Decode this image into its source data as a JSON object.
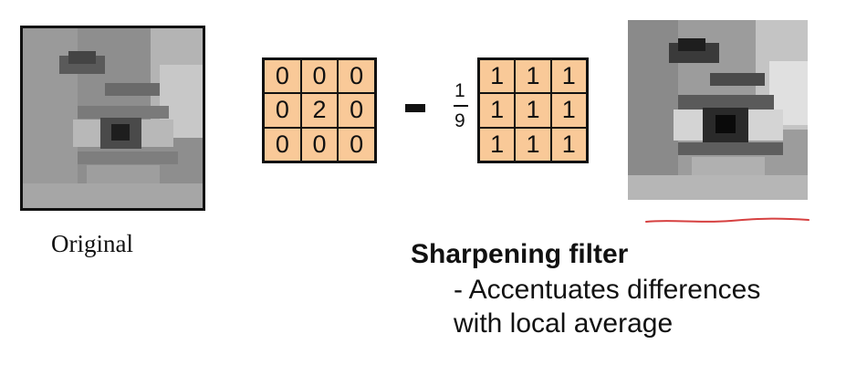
{
  "original": {
    "label": "Original"
  },
  "kernel_identity": {
    "cells": [
      "0",
      "0",
      "0",
      "0",
      "2",
      "0",
      "0",
      "0",
      "0"
    ]
  },
  "operator": "-",
  "fraction": {
    "numerator": "1",
    "denominator": "9"
  },
  "kernel_box": {
    "cells": [
      "1",
      "1",
      "1",
      "1",
      "1",
      "1",
      "1",
      "1",
      "1"
    ]
  },
  "colors": {
    "kernel_fill": "#f9c998",
    "underline": "#d64040"
  },
  "caption": {
    "title": "Sharpening filter",
    "line1": "- Accentuates differences",
    "line2": "with local average"
  }
}
